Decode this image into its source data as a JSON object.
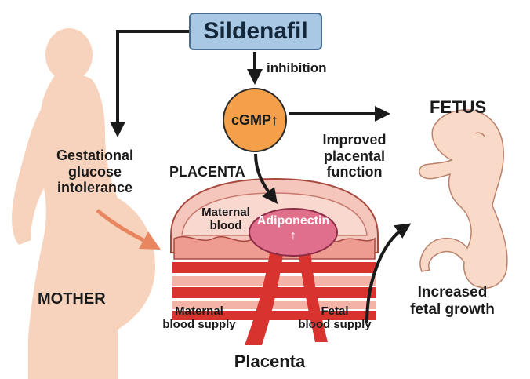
{
  "drug": "Sildenafil",
  "mechanism_label": "inhibition",
  "mediator": "cGMP↑",
  "placenta_top_label": "PLACENTA",
  "maternal_blood_label": "Maternal\nblood",
  "adiponectin": {
    "name": "Adiponectin",
    "arrow": "↑"
  },
  "mother_condition": "Gestational\nglucose\nintolerance",
  "mother_label": "MOTHER",
  "fetus_label": "FETUS",
  "effect_label": "Improved\nplacental\nfunction",
  "maternal_supply_label": "Maternal\nblood supply",
  "fetal_supply_label": "Fetal\nblood supply",
  "outcome_label": "Increased\nfetal growth",
  "placenta_bottom_label": "Placenta",
  "colors": {
    "drug_box": "#a9c8e4",
    "cgmp": "#f4a04a",
    "adiponectin": "#e06f8c",
    "placenta_pink": "#f3b3a7",
    "vessel_red": "#d8332e",
    "mother_silhouette": "#f7d3bd",
    "fetus_skin": "#f9d9c7"
  }
}
